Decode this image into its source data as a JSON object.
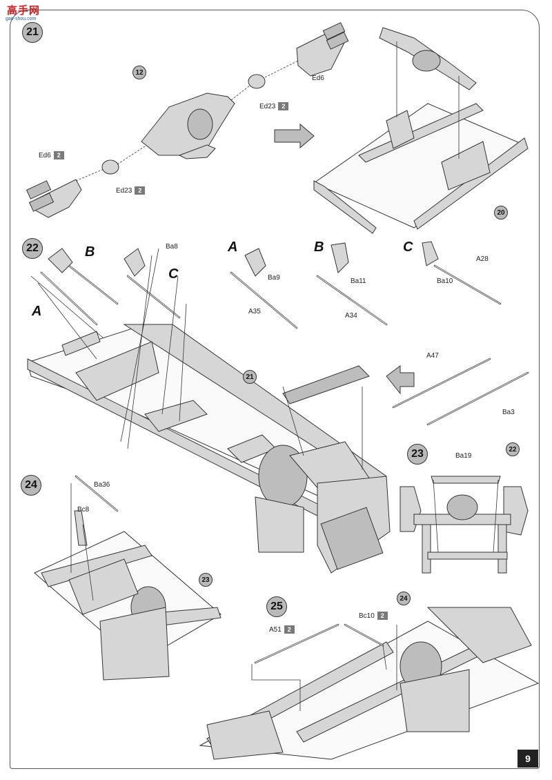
{
  "watermark": {
    "text": "高手网",
    "url": "gao-shou.com"
  },
  "page_number": "9",
  "steps": [
    {
      "number": "21"
    },
    {
      "number": "22"
    },
    {
      "number": "23"
    },
    {
      "number": "24"
    },
    {
      "number": "25"
    }
  ],
  "references": [
    "12",
    "20",
    "21",
    "22",
    "23",
    "24"
  ],
  "option_letters": [
    "A",
    "B",
    "C",
    "A",
    "B",
    "C"
  ],
  "parts": {
    "ed6_top": {
      "label": "Ed6"
    },
    "ed23_top": {
      "label": "Ed23",
      "qty": "2"
    },
    "ed6_left": {
      "label": "Ed6",
      "qty": "2"
    },
    "ed23_left": {
      "label": "Ed23",
      "qty": "2"
    },
    "ba8": {
      "label": "Ba8"
    },
    "ba9": {
      "label": "Ba9"
    },
    "ba11": {
      "label": "Ba11"
    },
    "ba10": {
      "label": "Ba10"
    },
    "a28": {
      "label": "A28"
    },
    "a35": {
      "label": "A35"
    },
    "a34": {
      "label": "A34"
    },
    "a47": {
      "label": "A47"
    },
    "ba3": {
      "label": "Ba3"
    },
    "ba19": {
      "label": "Ba19"
    },
    "ba36": {
      "label": "Ba36"
    },
    "bc8": {
      "label": "Bc8"
    },
    "bc10": {
      "label": "Bc10",
      "qty": "2"
    },
    "a51": {
      "label": "A51",
      "qty": "2"
    }
  }
}
